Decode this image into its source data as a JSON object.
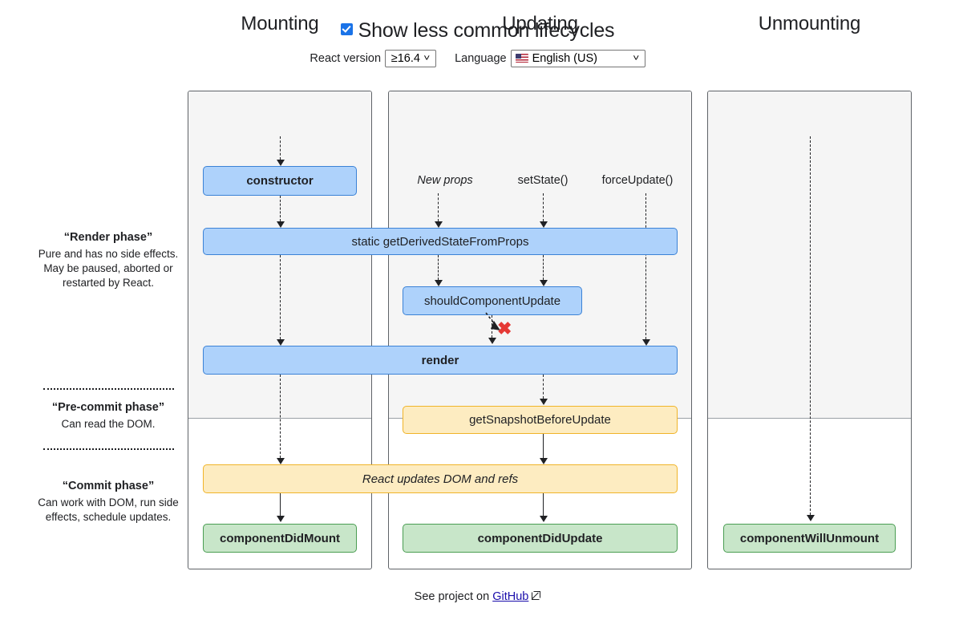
{
  "controls": {
    "checkbox_label": "Show less common lifecycles",
    "checkbox_checked": true,
    "version_label": "React version",
    "version_value": "≥16.4",
    "language_label": "Language",
    "language_value": "English (US)",
    "language_flag": "us-flag-icon",
    "caret_glyph": "⌄"
  },
  "phases": [
    {
      "title": "“Render phase”",
      "description": "Pure and has no side effects. May be paused, aborted or restarted by React."
    },
    {
      "title": "“Pre-commit phase”",
      "description": "Can read the DOM."
    },
    {
      "title": "“Commit phase”",
      "description": "Can work with DOM, run side effects, schedule updates."
    }
  ],
  "columns": [
    {
      "title": "Mounting"
    },
    {
      "title": "Updating"
    },
    {
      "title": "Unmounting"
    }
  ],
  "triggers": [
    {
      "label": "New props",
      "style": "italic"
    },
    {
      "label": "setState()",
      "style": "normal"
    },
    {
      "label": "forceUpdate()",
      "style": "normal"
    }
  ],
  "boxes": {
    "constructor": "constructor",
    "get_derived_state": "static getDerivedStateFromProps",
    "should_component_update": "shouldComponentUpdate",
    "render": "render",
    "get_snapshot": "getSnapshotBeforeUpdate",
    "react_updates": "React updates DOM and refs",
    "did_mount": "componentDidMount",
    "did_update": "componentDidUpdate",
    "will_unmount": "componentWillUnmount"
  },
  "bailout": {
    "glyph": "✖",
    "color": "#e53935"
  },
  "footer": {
    "text_before": "See project on",
    "link_text": "GitHub",
    "external_icon": "external-link-icon"
  },
  "colors": {
    "blue_fill": "#aed2fb",
    "blue_border": "#3b82d6",
    "yellow_fill": "#fdecc1",
    "yellow_border": "#f0b429",
    "green_fill": "#c8e6c9",
    "green_border": "#4a9d52",
    "column_bg_upper": "#f5f5f5",
    "accent": "#1a73e8",
    "link": "#1a0dab"
  }
}
